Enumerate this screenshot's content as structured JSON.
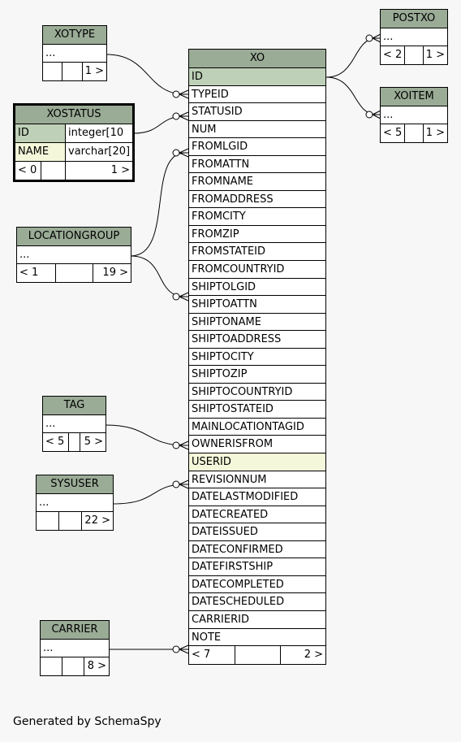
{
  "tables": {
    "xotype": {
      "name": "XOTYPE",
      "stub": "...",
      "footer": [
        "",
        "",
        "1 >"
      ]
    },
    "xostatus": {
      "name": "XOSTATUS",
      "columns": [
        {
          "name": "ID",
          "type": "integer[10"
        },
        {
          "name": "NAME",
          "type": "varchar[20]"
        }
      ],
      "footer": [
        "< 0",
        "",
        "1 >"
      ]
    },
    "locationgroup": {
      "name": "LOCATIONGROUP",
      "stub": "...",
      "footer": [
        "< 1",
        "",
        "19 >"
      ]
    },
    "tag": {
      "name": "TAG",
      "stub": "...",
      "footer": [
        "< 5",
        "",
        "5 >"
      ]
    },
    "sysuser": {
      "name": "SYSUSER",
      "stub": "...",
      "footer": [
        "",
        "",
        "22 >"
      ]
    },
    "carrier": {
      "name": "CARRIER",
      "stub": "...",
      "footer": [
        "",
        "",
        "8 >"
      ]
    },
    "postxo": {
      "name": "POSTXO",
      "stub": "...",
      "footer": [
        "< 2",
        "",
        "1 >"
      ]
    },
    "xoitem": {
      "name": "XOITEM",
      "stub": "...",
      "footer": [
        "< 5",
        "",
        "1 >"
      ]
    },
    "xo": {
      "name": "XO",
      "columns": [
        "ID",
        "TYPEID",
        "STATUSID",
        "NUM",
        "FROMLGID",
        "FROMATTN",
        "FROMNAME",
        "FROMADDRESS",
        "FROMCITY",
        "FROMZIP",
        "FROMSTATEID",
        "FROMCOUNTRYID",
        "SHIPTOLGID",
        "SHIPTOATTN",
        "SHIPTONAME",
        "SHIPTOADDRESS",
        "SHIPTOCITY",
        "SHIPTOZIP",
        "SHIPTOCOUNTRYID",
        "SHIPTOSTATEID",
        "MAINLOCATIONTAGID",
        "OWNERISFROM",
        "USERID",
        "REVISIONNUM",
        "DATELASTMODIFIED",
        "DATECREATED",
        "DATEISSUED",
        "DATECONFIRMED",
        "DATEFIRSTSHIP",
        "DATECOMPLETED",
        "DATESCHEDULED",
        "CARRIERID",
        "NOTE"
      ],
      "footer": [
        "< 7",
        "",
        "2 >"
      ]
    }
  },
  "footer_text": "Generated by SchemaSpy"
}
